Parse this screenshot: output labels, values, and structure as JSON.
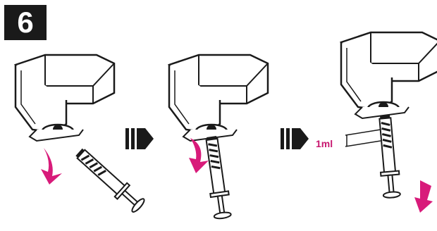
{
  "step": {
    "number": "6"
  },
  "dose": {
    "label": "1ml"
  },
  "colors": {
    "accent": "#d81b7a",
    "ink": "#1a1a1a",
    "paper": "#ffffff"
  },
  "panels": [
    {
      "name": "insert-syringe",
      "twist_arrow": true
    },
    {
      "name": "turn-device",
      "twist_arrow": true
    },
    {
      "name": "withdraw-dose",
      "pull_arrow": true
    }
  ],
  "icons": [
    "right-arrow-icon",
    "twist-arrow-icon",
    "pull-down-arrow-icon"
  ]
}
